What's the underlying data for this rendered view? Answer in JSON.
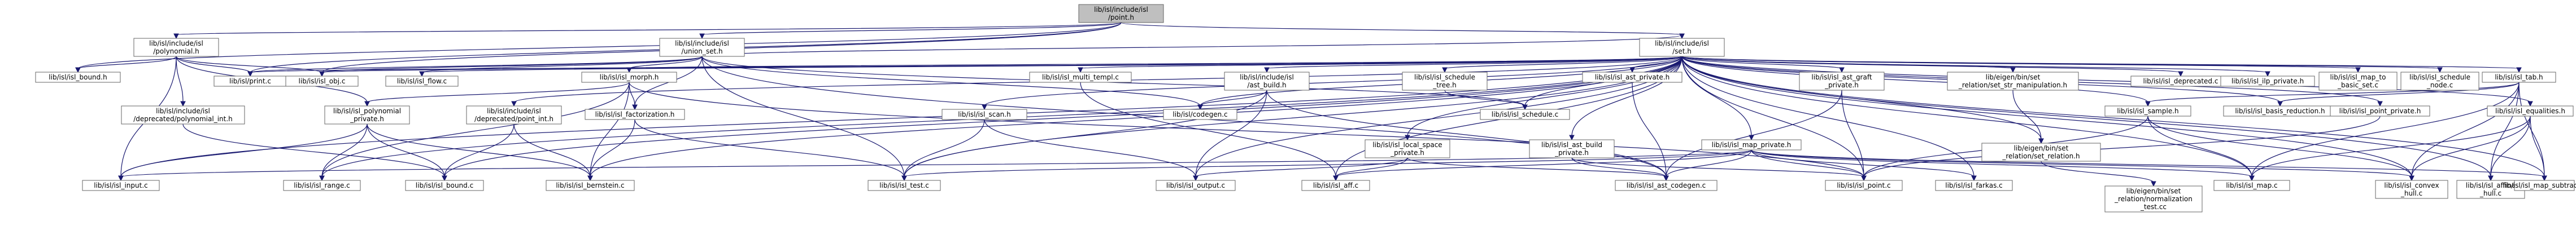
{
  "colors": {
    "edge": "#191970",
    "border_black": "#000000",
    "border_red": "#ff0000",
    "border_gray": "#999999",
    "root_fill": "#bfbfbf",
    "fill": "#ffffff",
    "text": "#000000"
  },
  "nodes": [
    {
      "id": "root",
      "lines": [
        "lib/isl/include/isl",
        "/point.h"
      ],
      "style": "root"
    },
    {
      "id": "poly",
      "lines": [
        "lib/isl/include/isl",
        "/polynomial.h"
      ],
      "style": "black"
    },
    {
      "id": "union",
      "lines": [
        "lib/isl/include/isl",
        "/union_set.h"
      ],
      "style": "red"
    },
    {
      "id": "set",
      "lines": [
        "lib/isl/include/isl",
        "/set.h"
      ],
      "style": "red"
    },
    {
      "id": "bound",
      "lines": [
        "lib/isl/isl_bound.h"
      ],
      "style": "red"
    },
    {
      "id": "print",
      "lines": [
        "lib/isl/print.c"
      ],
      "style": "black"
    },
    {
      "id": "obj",
      "lines": [
        "lib/isl/isl_obj.c"
      ],
      "style": "black"
    },
    {
      "id": "flow",
      "lines": [
        "lib/isl/isl_flow.c"
      ],
      "style": "black"
    },
    {
      "id": "morph",
      "lines": [
        "lib/isl/isl_morph.h"
      ],
      "style": "red"
    },
    {
      "id": "multitmpl",
      "lines": [
        "lib/isl/isl_multi_templ.c"
      ],
      "style": "red"
    },
    {
      "id": "astbuild",
      "lines": [
        "lib/isl/include/isl",
        "/ast_build.h"
      ],
      "style": "red"
    },
    {
      "id": "schedtree",
      "lines": [
        "lib/isl/isl_schedule",
        "_tree.h"
      ],
      "style": "red"
    },
    {
      "id": "astpriv",
      "lines": [
        "lib/isl/isl_ast_private.h"
      ],
      "style": "red"
    },
    {
      "id": "astgraft",
      "lines": [
        "lib/isl/isl_ast_graft",
        "_private.h"
      ],
      "style": "red"
    },
    {
      "id": "strmanip",
      "lines": [
        "lib/eigen/bin/set",
        "_relation/set_str_manipulation.h"
      ],
      "style": "red"
    },
    {
      "id": "deprecated",
      "lines": [
        "lib/isl/isl_deprecated.c"
      ],
      "style": "black"
    },
    {
      "id": "ilp",
      "lines": [
        "lib/isl/isl_ilp_private.h"
      ],
      "style": "red"
    },
    {
      "id": "maptobasic",
      "lines": [
        "lib/isl/isl_map_to",
        "_basic_set.c"
      ],
      "style": "black"
    },
    {
      "id": "schednode",
      "lines": [
        "lib/isl/isl_schedule",
        "_node.c"
      ],
      "style": "black"
    },
    {
      "id": "tab",
      "lines": [
        "lib/isl/isl_tab.h"
      ],
      "style": "red"
    },
    {
      "id": "deppoly",
      "lines": [
        "lib/isl/include/isl",
        "/deprecated/polynomial_int.h"
      ],
      "style": "red"
    },
    {
      "id": "polypriv",
      "lines": [
        "lib/isl/isl_polynomial",
        "_private.h"
      ],
      "style": "red"
    },
    {
      "id": "deppoint",
      "lines": [
        "lib/isl/include/isl",
        "/deprecated/point_int.h"
      ],
      "style": "black"
    },
    {
      "id": "fact",
      "lines": [
        "lib/isl/isl_factorization.h"
      ],
      "style": "red"
    },
    {
      "id": "scan",
      "lines": [
        "lib/isl/isl_scan.h"
      ],
      "style": "red"
    },
    {
      "id": "codegen",
      "lines": [
        "lib/isl/codegen.c"
      ],
      "style": "black"
    },
    {
      "id": "schedule",
      "lines": [
        "lib/isl/isl_schedule.c"
      ],
      "style": "black"
    },
    {
      "id": "localspace",
      "lines": [
        "lib/isl/isl_local_space",
        "_private.h"
      ],
      "style": "red"
    },
    {
      "id": "astbuildpriv",
      "lines": [
        "lib/isl/isl_ast_build",
        "_private.h"
      ],
      "style": "red"
    },
    {
      "id": "mappriv",
      "lines": [
        "lib/isl/isl_map_private.h"
      ],
      "style": "red"
    },
    {
      "id": "setrel",
      "lines": [
        "lib/eigen/bin/set",
        "_relation/set_relation.h"
      ],
      "style": "red"
    },
    {
      "id": "sample",
      "lines": [
        "lib/isl/isl_sample.h"
      ],
      "style": "red"
    },
    {
      "id": "basisred",
      "lines": [
        "lib/isl/isl_basis_reduction.h"
      ],
      "style": "red"
    },
    {
      "id": "pointpriv",
      "lines": [
        "lib/isl/isl_point_private.h"
      ],
      "style": "red"
    },
    {
      "id": "equal",
      "lines": [
        "lib/isl/isl_equalities.h"
      ],
      "style": "red"
    },
    {
      "id": "input",
      "lines": [
        "lib/isl/isl_input.c"
      ],
      "style": "black"
    },
    {
      "id": "range",
      "lines": [
        "lib/isl/isl_range.c"
      ],
      "style": "black"
    },
    {
      "id": "boundc",
      "lines": [
        "lib/isl/isl_bound.c"
      ],
      "style": "black"
    },
    {
      "id": "bernstein",
      "lines": [
        "lib/isl/isl_bernstein.c"
      ],
      "style": "black"
    },
    {
      "id": "test",
      "lines": [
        "lib/isl/isl_test.c"
      ],
      "style": "black"
    },
    {
      "id": "output",
      "lines": [
        "lib/isl/isl_output.c"
      ],
      "style": "black"
    },
    {
      "id": "aff",
      "lines": [
        "lib/isl/isl_aff.c"
      ],
      "style": "black"
    },
    {
      "id": "astcodegen",
      "lines": [
        "lib/isl/isl_ast_codegen.c"
      ],
      "style": "black"
    },
    {
      "id": "pointc",
      "lines": [
        "lib/isl/isl_point.c"
      ],
      "style": "black"
    },
    {
      "id": "farkas",
      "lines": [
        "lib/isl/isl_farkas.c"
      ],
      "style": "black"
    },
    {
      "id": "relnorm",
      "lines": [
        "lib/eigen/bin/set",
        "_relation/normalization",
        "_test.cc"
      ],
      "style": "black"
    },
    {
      "id": "mapc",
      "lines": [
        "lib/isl/isl_map.c"
      ],
      "style": "black"
    },
    {
      "id": "convex",
      "lines": [
        "lib/isl/isl_convex",
        "_hull.c"
      ],
      "style": "black"
    },
    {
      "id": "affine",
      "lines": [
        "lib/isl/isl_affine",
        "_hull.c"
      ],
      "style": "black"
    },
    {
      "id": "mapsub",
      "lines": [
        "lib/isl/isl_map_subtract.c"
      ],
      "style": "black"
    }
  ],
  "edges": [
    [
      "root",
      "poly"
    ],
    [
      "root",
      "union"
    ],
    [
      "root",
      "set"
    ],
    [
      "root",
      "bound"
    ],
    [
      "root",
      "print"
    ],
    [
      "root",
      "obj"
    ],
    [
      "poly",
      "deppoly"
    ],
    [
      "poly",
      "obj"
    ],
    [
      "poly",
      "print"
    ],
    [
      "poly",
      "input"
    ],
    [
      "poly",
      "polypriv"
    ],
    [
      "poly",
      "bound"
    ],
    [
      "union",
      "set"
    ],
    [
      "union",
      "print"
    ],
    [
      "union",
      "obj"
    ],
    [
      "union",
      "flow"
    ],
    [
      "union",
      "morph"
    ],
    [
      "union",
      "test"
    ],
    [
      "union",
      "codegen"
    ],
    [
      "union",
      "schedule"
    ],
    [
      "union",
      "fact"
    ],
    [
      "union",
      "astcodegen"
    ],
    [
      "set",
      "print"
    ],
    [
      "set",
      "obj"
    ],
    [
      "set",
      "flow"
    ],
    [
      "set",
      "morph"
    ],
    [
      "set",
      "multitmpl"
    ],
    [
      "set",
      "astbuild"
    ],
    [
      "set",
      "schedtree"
    ],
    [
      "set",
      "astpriv"
    ],
    [
      "set",
      "astgraft"
    ],
    [
      "set",
      "strmanip"
    ],
    [
      "set",
      "deprecated"
    ],
    [
      "set",
      "ilp"
    ],
    [
      "set",
      "maptobasic"
    ],
    [
      "set",
      "schednode"
    ],
    [
      "set",
      "tab"
    ],
    [
      "set",
      "scan"
    ],
    [
      "set",
      "localspace"
    ],
    [
      "set",
      "astbuildpriv"
    ],
    [
      "set",
      "mappriv"
    ],
    [
      "set",
      "sample"
    ],
    [
      "set",
      "basisred"
    ],
    [
      "set",
      "pointpriv"
    ],
    [
      "set",
      "equal"
    ],
    [
      "set",
      "input"
    ],
    [
      "set",
      "range"
    ],
    [
      "set",
      "bernstein"
    ],
    [
      "set",
      "test"
    ],
    [
      "set",
      "output"
    ],
    [
      "set",
      "aff"
    ],
    [
      "set",
      "pointc"
    ],
    [
      "set",
      "farkas"
    ],
    [
      "set",
      "mapc"
    ],
    [
      "set",
      "convex"
    ],
    [
      "set",
      "affine"
    ],
    [
      "set",
      "mapsub"
    ],
    [
      "set",
      "deppoint"
    ],
    [
      "set",
      "boundc"
    ],
    [
      "set",
      "setrel"
    ],
    [
      "set",
      "codegen"
    ],
    [
      "set",
      "schedule"
    ],
    [
      "morph",
      "polypriv"
    ],
    [
      "morph",
      "fact"
    ],
    [
      "morph",
      "range"
    ],
    [
      "morph",
      "bernstein"
    ],
    [
      "morph",
      "pointc"
    ],
    [
      "multitmpl",
      "aff"
    ],
    [
      "astbuild",
      "codegen"
    ],
    [
      "astbuild",
      "output"
    ],
    [
      "astbuild",
      "test"
    ],
    [
      "astbuild",
      "astcodegen"
    ],
    [
      "schedtree",
      "schedule"
    ],
    [
      "astpriv",
      "astcodegen"
    ],
    [
      "astgraft",
      "astcodegen"
    ],
    [
      "astgraft",
      "pointc"
    ],
    [
      "strmanip",
      "setrel"
    ],
    [
      "tab",
      "sample"
    ],
    [
      "tab",
      "basisred"
    ],
    [
      "tab",
      "convex"
    ],
    [
      "tab",
      "affine"
    ],
    [
      "tab",
      "mapc"
    ],
    [
      "tab",
      "mapsub"
    ],
    [
      "deppoly",
      "boundc"
    ],
    [
      "polypriv",
      "input"
    ],
    [
      "polypriv",
      "range"
    ],
    [
      "polypriv",
      "boundc"
    ],
    [
      "polypriv",
      "bernstein"
    ],
    [
      "deppoint",
      "boundc"
    ],
    [
      "deppoint",
      "bernstein"
    ],
    [
      "fact",
      "test"
    ],
    [
      "fact",
      "bernstein"
    ],
    [
      "scan",
      "test"
    ],
    [
      "scan",
      "output"
    ],
    [
      "localspace",
      "output"
    ],
    [
      "localspace",
      "aff"
    ],
    [
      "localspace",
      "astcodegen"
    ],
    [
      "astbuildpriv",
      "astcodegen"
    ],
    [
      "astbuildpriv",
      "pointc"
    ],
    [
      "mappriv",
      "test"
    ],
    [
      "mappriv",
      "aff"
    ],
    [
      "mappriv",
      "astcodegen"
    ],
    [
      "mappriv",
      "pointc"
    ],
    [
      "mappriv",
      "farkas"
    ],
    [
      "mappriv",
      "mapc"
    ],
    [
      "mappriv",
      "convex"
    ],
    [
      "mappriv",
      "mapsub"
    ],
    [
      "mappriv",
      "input"
    ],
    [
      "setrel",
      "relnorm"
    ],
    [
      "sample",
      "pointc"
    ],
    [
      "sample",
      "mapc"
    ],
    [
      "sample",
      "convex"
    ],
    [
      "pointpriv",
      "pointc"
    ],
    [
      "equal",
      "mapc"
    ],
    [
      "equal",
      "convex"
    ],
    [
      "equal",
      "affine"
    ],
    [
      "equal",
      "mapsub"
    ]
  ]
}
